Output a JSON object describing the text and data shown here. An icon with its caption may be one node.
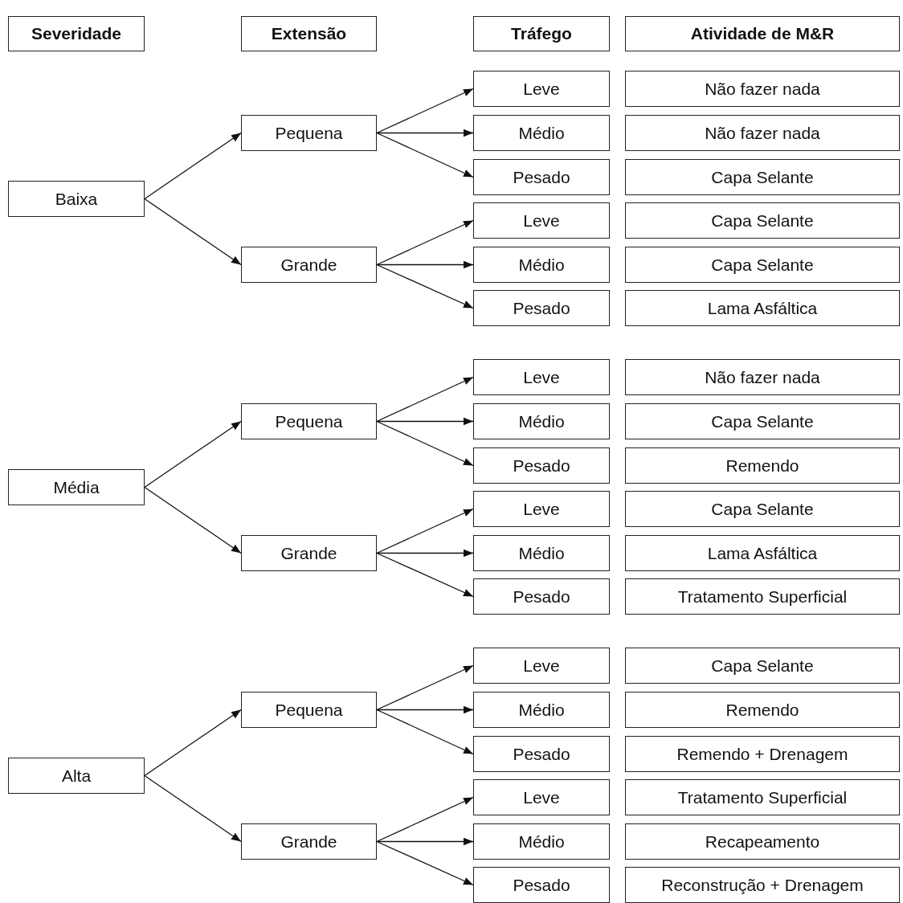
{
  "diagram": {
    "nodes": [
      {
        "text": [
          "Severidade"
        ]
      },
      {
        "text": [
          "Extensão"
        ]
      },
      {
        "text": [
          "Tráfego"
        ]
      },
      {
        "text": [
          "Atividade de M&R"
        ]
      },
      {
        "text": [
          "Baixa"
        ]
      },
      {
        "text": [
          "Pequena"
        ]
      },
      {
        "text": [
          "Leve"
        ]
      },
      {
        "text": [
          "Não fazer nada"
        ]
      },
      {
        "text": [
          "Médio"
        ]
      },
      {
        "text": [
          "Não fazer nada"
        ]
      },
      {
        "text": [
          "Pesado"
        ]
      },
      {
        "text": [
          "Capa Selante"
        ]
      },
      {
        "text": [
          "Grande"
        ]
      },
      {
        "text": [
          "Leve"
        ]
      },
      {
        "text": [
          "Capa Selante"
        ]
      },
      {
        "text": [
          "Médio"
        ]
      },
      {
        "text": [
          "Capa Selante"
        ]
      },
      {
        "text": [
          "Pesado"
        ]
      },
      {
        "text": [
          "Lama Asfáltica"
        ]
      },
      {
        "text": [
          "Média"
        ]
      },
      {
        "text": [
          "Pequena"
        ]
      },
      {
        "text": [
          "Leve"
        ]
      },
      {
        "text": [
          "Não fazer nada"
        ]
      },
      {
        "text": [
          "Médio"
        ]
      },
      {
        "text": [
          "Capa Selante"
        ]
      },
      {
        "text": [
          "Pesado"
        ]
      },
      {
        "text": [
          "Remendo"
        ]
      },
      {
        "text": [
          "Grande"
        ]
      },
      {
        "text": [
          "Leve"
        ]
      },
      {
        "text": [
          "Capa Selante"
        ]
      },
      {
        "text": [
          "Médio"
        ]
      },
      {
        "text": [
          "Lama Asfáltica"
        ]
      },
      {
        "text": [
          "Pesado"
        ]
      },
      {
        "text": [
          "Tratamento Superficial"
        ]
      },
      {
        "text": [
          "Alta"
        ]
      },
      {
        "text": [
          "Pequena"
        ]
      },
      {
        "text": [
          "Leve"
        ]
      },
      {
        "text": [
          "Capa Selante"
        ]
      },
      {
        "text": [
          "Médio"
        ]
      },
      {
        "text": [
          "Remendo"
        ]
      },
      {
        "text": [
          "Pesado"
        ]
      },
      {
        "text": [
          "Remendo + Drenagem"
        ]
      },
      {
        "text": [
          "Grande"
        ]
      },
      {
        "text": [
          "Leve"
        ]
      },
      {
        "text": [
          "Tratamento Superficial"
        ]
      },
      {
        "text": [
          "Médio"
        ]
      },
      {
        "text": [
          "Recapeamento"
        ]
      },
      {
        "text": [
          "Pesado"
        ]
      },
      {
        "text": [
          "Reconstrução + Drenagem"
        ]
      }
    ],
    "edges": [
      {
        "from": 4,
        "to": 5,
        "arrow": "to"
      },
      {
        "from": 4,
        "to": 12,
        "arrow": "to"
      },
      {
        "from": 5,
        "to": 6,
        "arrow": "to"
      },
      {
        "from": 5,
        "to": 8,
        "arrow": "to"
      },
      {
        "from": 5,
        "to": 10,
        "arrow": "to"
      },
      {
        "from": 12,
        "to": 13,
        "arrow": "to"
      },
      {
        "from": 12,
        "to": 15,
        "arrow": "to"
      },
      {
        "from": 12,
        "to": 17,
        "arrow": "to"
      },
      {
        "from": 19,
        "to": 20,
        "arrow": "to"
      },
      {
        "from": 19,
        "to": 27,
        "arrow": "to"
      },
      {
        "from": 20,
        "to": 21,
        "arrow": "to"
      },
      {
        "from": 20,
        "to": 23,
        "arrow": "to"
      },
      {
        "from": 20,
        "to": 25,
        "arrow": "to"
      },
      {
        "from": 27,
        "to": 28,
        "arrow": "to"
      },
      {
        "from": 27,
        "to": 30,
        "arrow": "to"
      },
      {
        "from": 27,
        "to": 32,
        "arrow": "to"
      },
      {
        "from": 34,
        "to": 35,
        "arrow": "to"
      },
      {
        "from": 34,
        "to": 42,
        "arrow": "to"
      },
      {
        "from": 35,
        "to": 36,
        "arrow": "to"
      },
      {
        "from": 35,
        "to": 38,
        "arrow": "to"
      },
      {
        "from": 35,
        "to": 40,
        "arrow": "to"
      },
      {
        "from": 42,
        "to": 43,
        "arrow": "to"
      },
      {
        "from": 42,
        "to": 45,
        "arrow": "to"
      },
      {
        "from": 42,
        "to": 47,
        "arrow": "to"
      }
    ]
  }
}
